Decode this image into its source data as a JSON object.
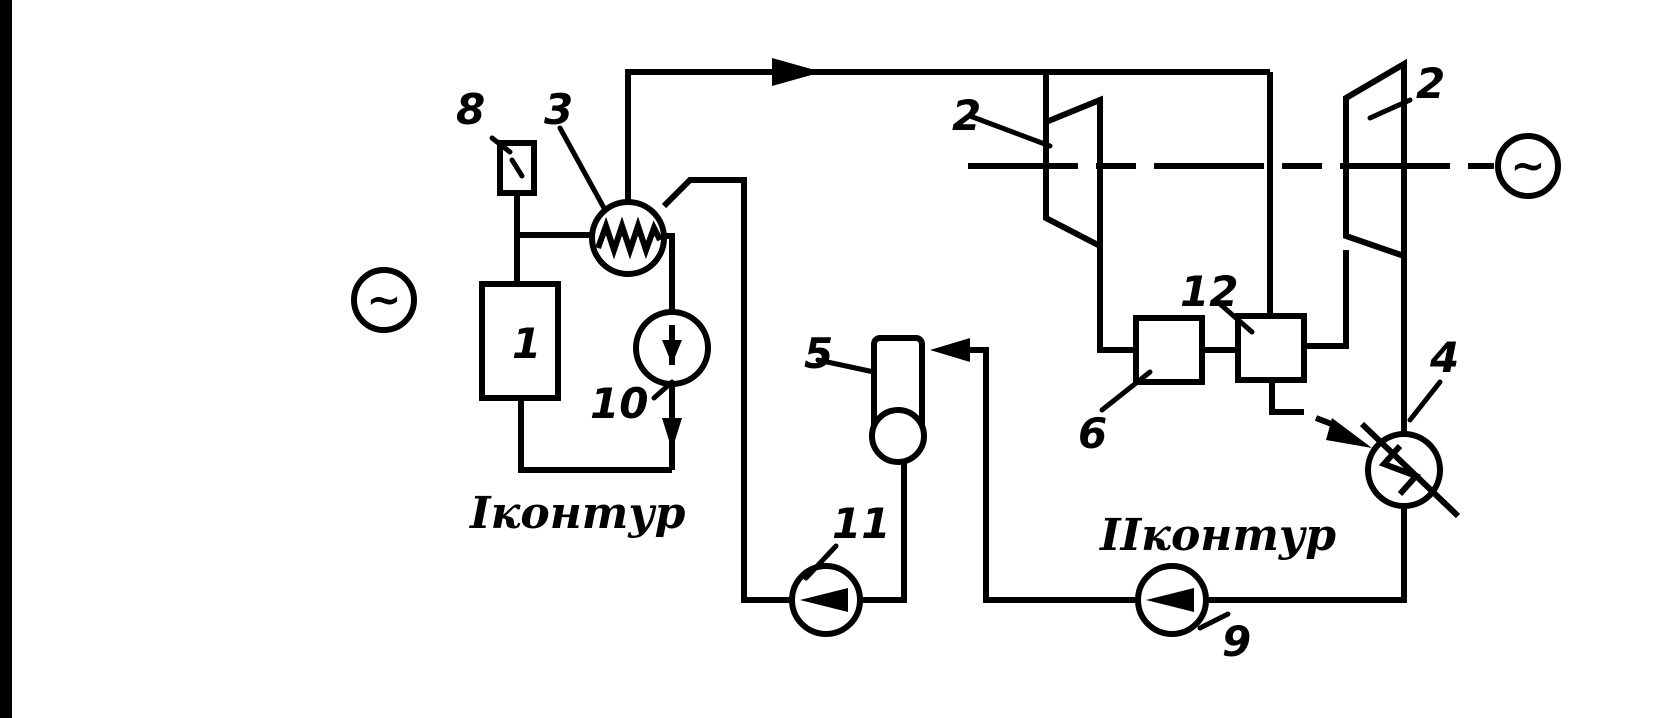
{
  "labels": {
    "reactor": "1",
    "turbine_hp": "2",
    "turbine_lp": "2",
    "steam_generator": "3",
    "condenser": "4",
    "deaerator": "5",
    "separator": "6",
    "pressurizer": "8",
    "condensate_pump": "9",
    "circulation_pump": "10",
    "feed_pump": "11",
    "reheater": "12"
  },
  "contours": {
    "primary": "Iконтур",
    "secondary": "IIконтур"
  },
  "icons": {
    "generator_symbol": "~"
  }
}
